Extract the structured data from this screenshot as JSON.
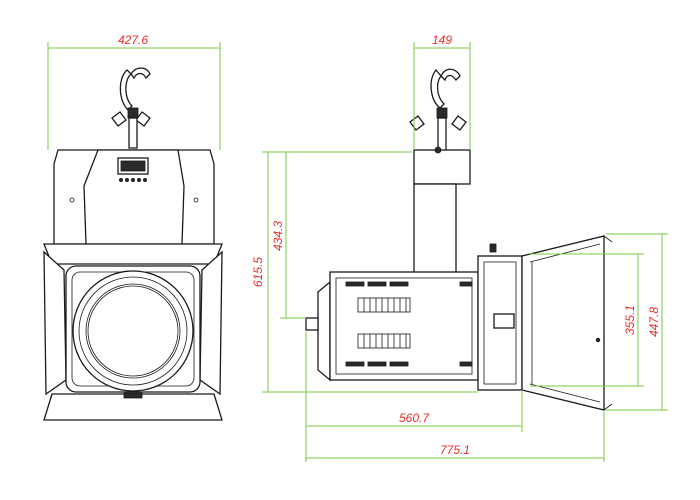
{
  "dimensions": {
    "front_width": "427.6",
    "side_yoke_width": "149",
    "side_total_height": "615.5",
    "side_yoke_drop": "434.3",
    "barndoor_inner_height": "355.1",
    "barndoor_outer_height": "447.8",
    "depth_body": "560.7",
    "depth_total": "775.1"
  },
  "colors": {
    "dimension_line": "#7ac943",
    "dimension_text": "#e8302a",
    "outline": "#1a1a1a"
  }
}
